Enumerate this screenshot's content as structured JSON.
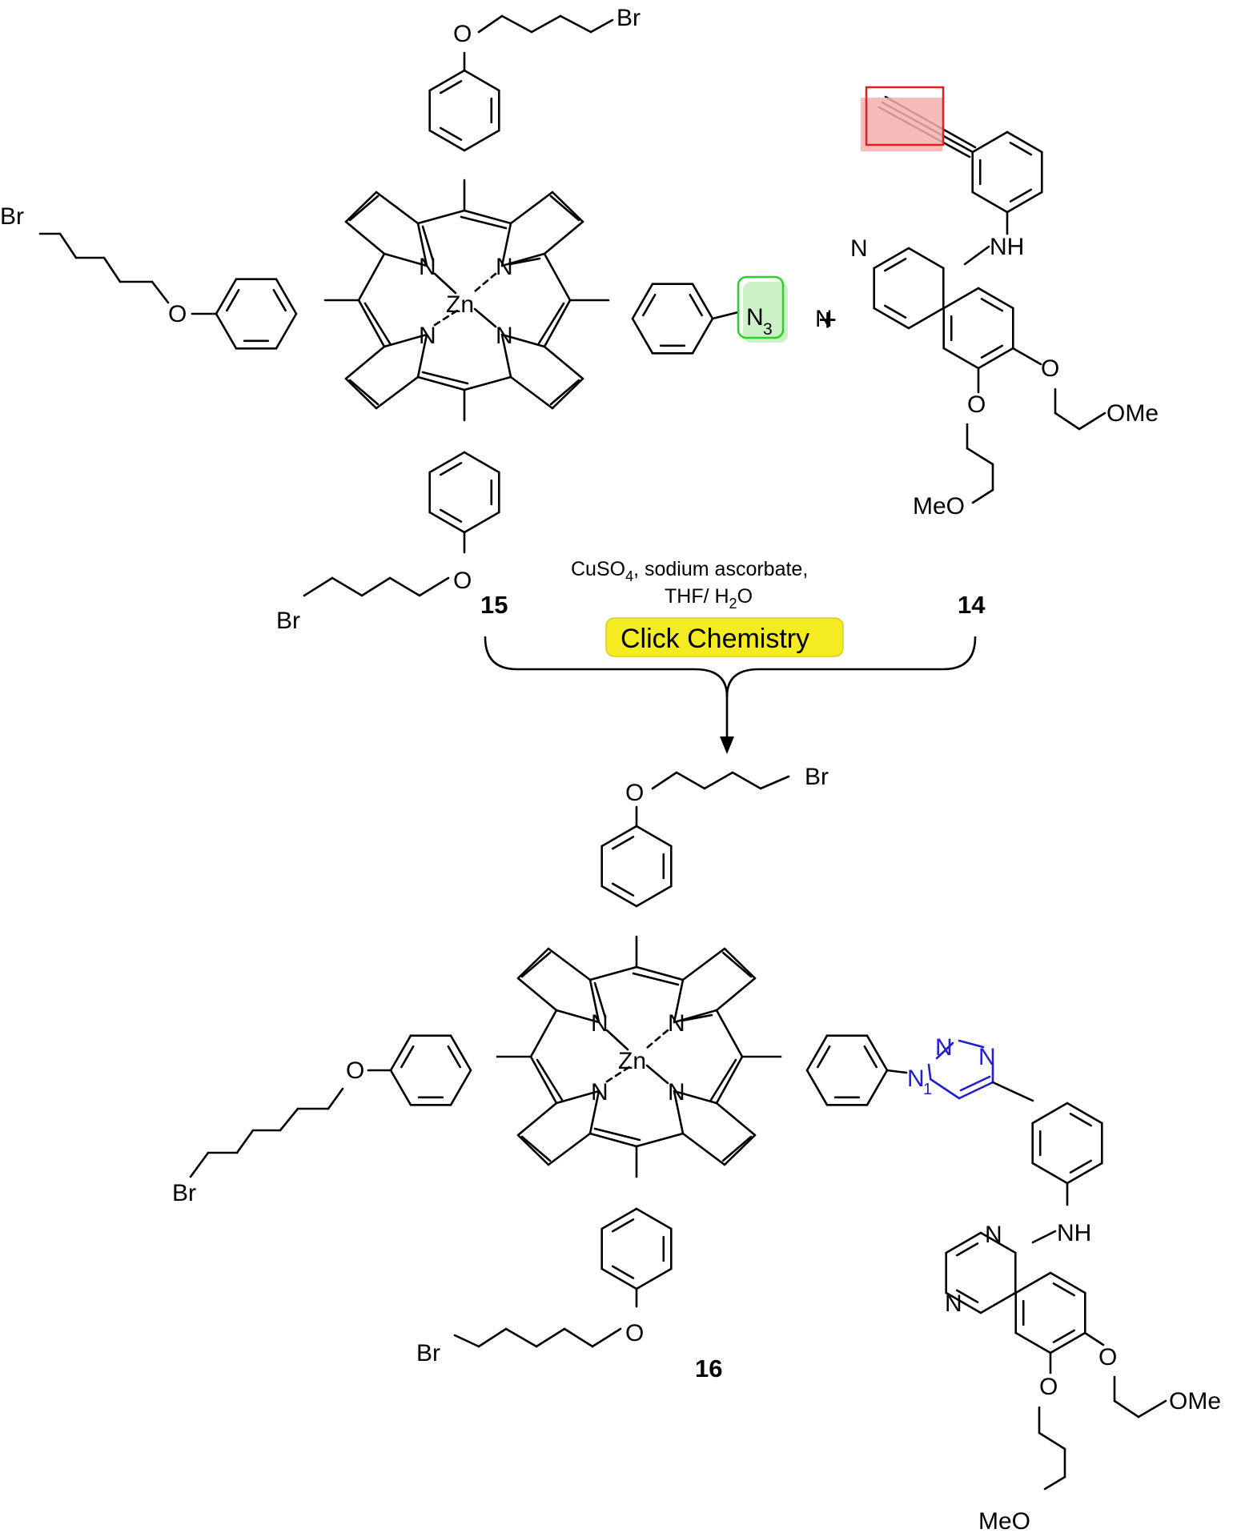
{
  "compounds": {
    "reactant_porphyrin": {
      "number": "15"
    },
    "reactant_alkyne": {
      "number": "14"
    },
    "product": {
      "number": "16"
    }
  },
  "plus": "+",
  "conditions": {
    "line1": "CuSO",
    "line1_sub": "4",
    "line1_rest": ", sodium ascorbate,",
    "line2_prefix": "THF/ H",
    "line2_sub": "2",
    "line2_suffix": "O",
    "highlight": "Click Chemistry"
  },
  "atoms": {
    "Br": "Br",
    "O": "O",
    "N": "N",
    "Zn": "Zn",
    "NH": "NH",
    "OMe": "OMe",
    "MeO": "MeO",
    "N_azide": "N",
    "azide_sub": "3",
    "triazole_N1": "N",
    "triazole_N1_loc": "1",
    "triazole_N2": "N",
    "triazole_N3": "N"
  },
  "colors": {
    "azide_box": "#2fcf2f",
    "azide_fill": "#c8f0c0",
    "alkyne_box": "#e02020",
    "alkyne_fill": "#f4b0b0",
    "highlight_fill": "#f4ec20",
    "triazole": "#1f1fd0"
  }
}
